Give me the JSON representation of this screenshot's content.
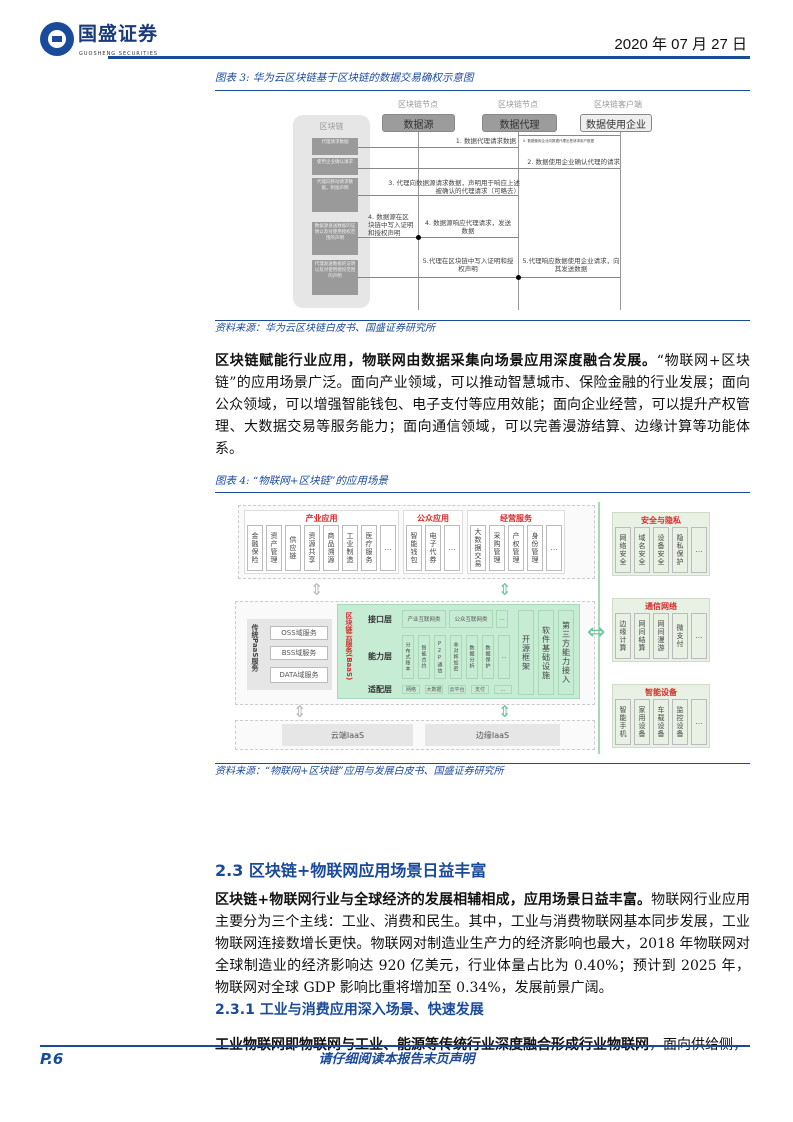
{
  "header": {
    "logo_cn": "国盛证券",
    "logo_en": "GUOSHENG SECURITIES",
    "date": "2020 年 07 月 27 日"
  },
  "fig3": {
    "caption": "图表 3: 华为云区块链基于区块链的数据交易确权示意图",
    "panel_title": "区块链",
    "side": [
      "代理请求数据",
      "使用企业确认请求",
      "代理向移动请求数据，附加声明",
      "数据源发送数据的证明以及对使用授权范围的声明",
      "代理发送数据的证明以及对使用授权范围的声明"
    ],
    "nodes": [
      {
        "role": "区块链节点",
        "name": "数据源"
      },
      {
        "role": "区块链节点",
        "name": "数据代理"
      },
      {
        "role": "区块链客户端",
        "name": "数据使用企业"
      }
    ],
    "messages": {
      "m0": "0. 数据使用企业向数据代理出售请求用户数据",
      "m1": "1. 数据代理请求数据",
      "m2": "2. 数据使用企业确认代理的请求",
      "m3": "3. 代理向数据源请求数据，声明用于响应上述被确认的代理请求（可略去）",
      "m4a": "4. 数据源在区块链中写入证明和授权声明",
      "m4b": "4. 数据源响应代理请求，发送数据",
      "m5a": "5.代理在区块链中写入证明和授权声明",
      "m5b": "5.代理响应数据使用企业请求，向其发送数据"
    },
    "source": "资料来源：华为云区块链白皮书、国盛证券研究所"
  },
  "para1": {
    "bold": "区块链赋能行业应用，物联网由数据采集向场景应用深度融合发展。",
    "text": "“物联网+区块链”的应用场景广泛。面向产业领域，可以推动智慧城市、保险金融的行业发展；面向公众领域，可以增强智能钱包、电子支付等应用效能；面向企业经营，可以提升产权管理、大数据交易等服务能力；面向通信领域，可以完善漫游结算、边缘计算等功能体系。"
  },
  "fig4": {
    "caption": "图表 4: “物联网+区块链”的应用场景",
    "top_groups": [
      {
        "title": "产业应用",
        "items": [
          "金融保险",
          "资产管理",
          "供应链",
          "资源共享",
          "商品溯源",
          "工业制造",
          "医疗服务",
          "…"
        ]
      },
      {
        "title": "公众应用",
        "items": [
          "智能钱包",
          "电子代券",
          "…"
        ]
      },
      {
        "title": "经营服务",
        "items": [
          "大数据交易",
          "采购管理",
          "产权管理",
          "身份管理",
          "…"
        ]
      }
    ],
    "paas": {
      "title": "传统PaaS服务",
      "items": [
        "OSS域服务",
        "BSS域服务",
        "DATA域服务"
      ]
    },
    "baas": {
      "title": "区块链云服务(BaaS)",
      "interface": {
        "label": "接口层",
        "items": [
          "产业互联网类",
          "公众互联网类",
          "…"
        ]
      },
      "capability": {
        "label": "能力层",
        "items": [
          "分布式账本",
          "智能合约",
          "P2P通信",
          "非对称加密",
          "数据分析",
          "数据保护",
          "…"
        ]
      },
      "adapter": {
        "label": "适配层",
        "items": [
          "网络",
          "大数据",
          "云平台",
          "支付",
          "…"
        ]
      },
      "side": [
        "开源框架",
        "软件基础设施",
        "第三方能力接入"
      ]
    },
    "iaas": [
      "云端IaaS",
      "边缘IaaS"
    ],
    "right_groups": [
      {
        "title": "安全与隐私",
        "items": [
          "网络安全",
          "域名安全",
          "设备安全",
          "隐私保护",
          "…"
        ]
      },
      {
        "title": "通信网络",
        "items": [
          "边缘计算",
          "网间结算",
          "网间漫游",
          "微支付",
          "…"
        ]
      },
      {
        "title": "智能设备",
        "items": [
          "智能手机",
          "家用设备",
          "车载设备",
          "监控设备",
          "…"
        ]
      }
    ],
    "source": "资料来源：“物联网+区块链”应用与发展白皮书、国盛证券研究所"
  },
  "section": {
    "h2": "2.3  区块链+物联网应用场景日益丰富",
    "para2_bold": "区块链+物联网行业与全球经济的发展相辅相成，应用场景日益丰富。",
    "para2_text": "物联网行业应用主要分为三个主线：工业、消费和民生。其中，工业与消费物联网基本同步发展，工业物联网连接数增长更快。物联网对制造业生产力的经济影响也最大，2018 年物联网对全球制造业的经济影响达 920 亿美元，行业体量占比为 0.40%；预计到 2025 年，物联网对全球 GDP 影响比重将增加至 0.34%，发展前景广阔。",
    "h3": "2.3.1  工业与消费应用深入场景、快速发展",
    "para3_bold": "工业物联网即物联网与工业、能源等传统行业深度融合形成行业物联网",
    "para3_text": "，面向供给侧，"
  },
  "footer": {
    "page": "P.6",
    "disclaimer": "请仔细阅读本报告末页声明"
  }
}
